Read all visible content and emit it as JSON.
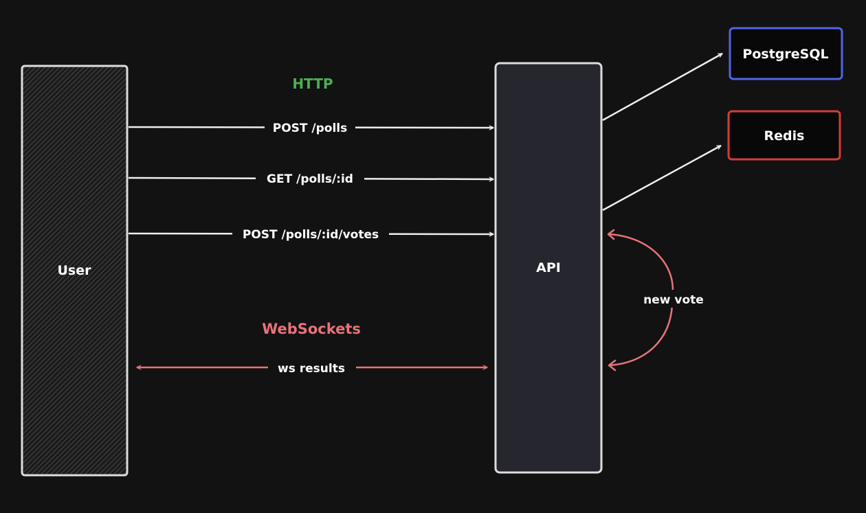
{
  "nodes": {
    "user": "User",
    "api": "API",
    "postgres": "PostgreSQL",
    "redis": "Redis"
  },
  "sections": {
    "http": "HTTP",
    "websockets": "WebSockets"
  },
  "edges": {
    "post_polls": "POST /polls",
    "get_poll": "GET /polls/:id",
    "post_votes": "POST /polls/:id/votes",
    "ws_results": "ws results",
    "new_vote": "new vote"
  },
  "colors": {
    "background": "#121212",
    "stroke": "#eeeeee",
    "http_green": "#4caf50",
    "ws_red": "#e8737a",
    "postgres_border": "#4f66e6",
    "redis_border": "#d73b3b",
    "api_fill": "#26272e"
  }
}
